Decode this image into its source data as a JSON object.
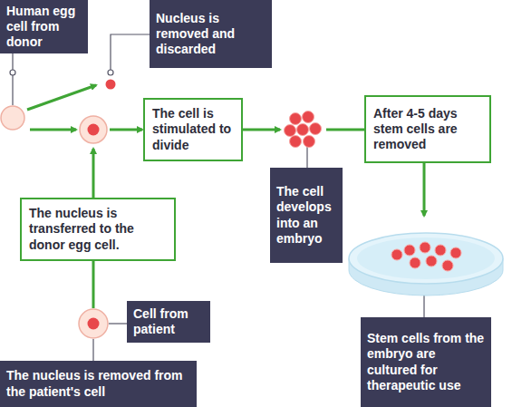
{
  "diagram": {
    "nodes": [
      {
        "text": [
          "Human egg cell from donor"
        ]
      },
      {
        "text": [
          "Nucleus is removed and discarded"
        ]
      },
      {
        "text": [
          "The cell is stimulated to divide"
        ]
      },
      {
        "text": [
          "After 4-5 days stem cells are removed"
        ]
      },
      {
        "text": [
          "The cell develops into an embryo"
        ]
      },
      {
        "text": [
          "The nucleus is transferred to the donor egg cell."
        ]
      },
      {
        "text": [
          "Cell from patient"
        ]
      },
      {
        "text": [
          "Stem cells from the embryo are cultured for therapeutic use"
        ]
      },
      {
        "text": [
          "The nucleus is removed from the patient's cell"
        ]
      }
    ]
  }
}
